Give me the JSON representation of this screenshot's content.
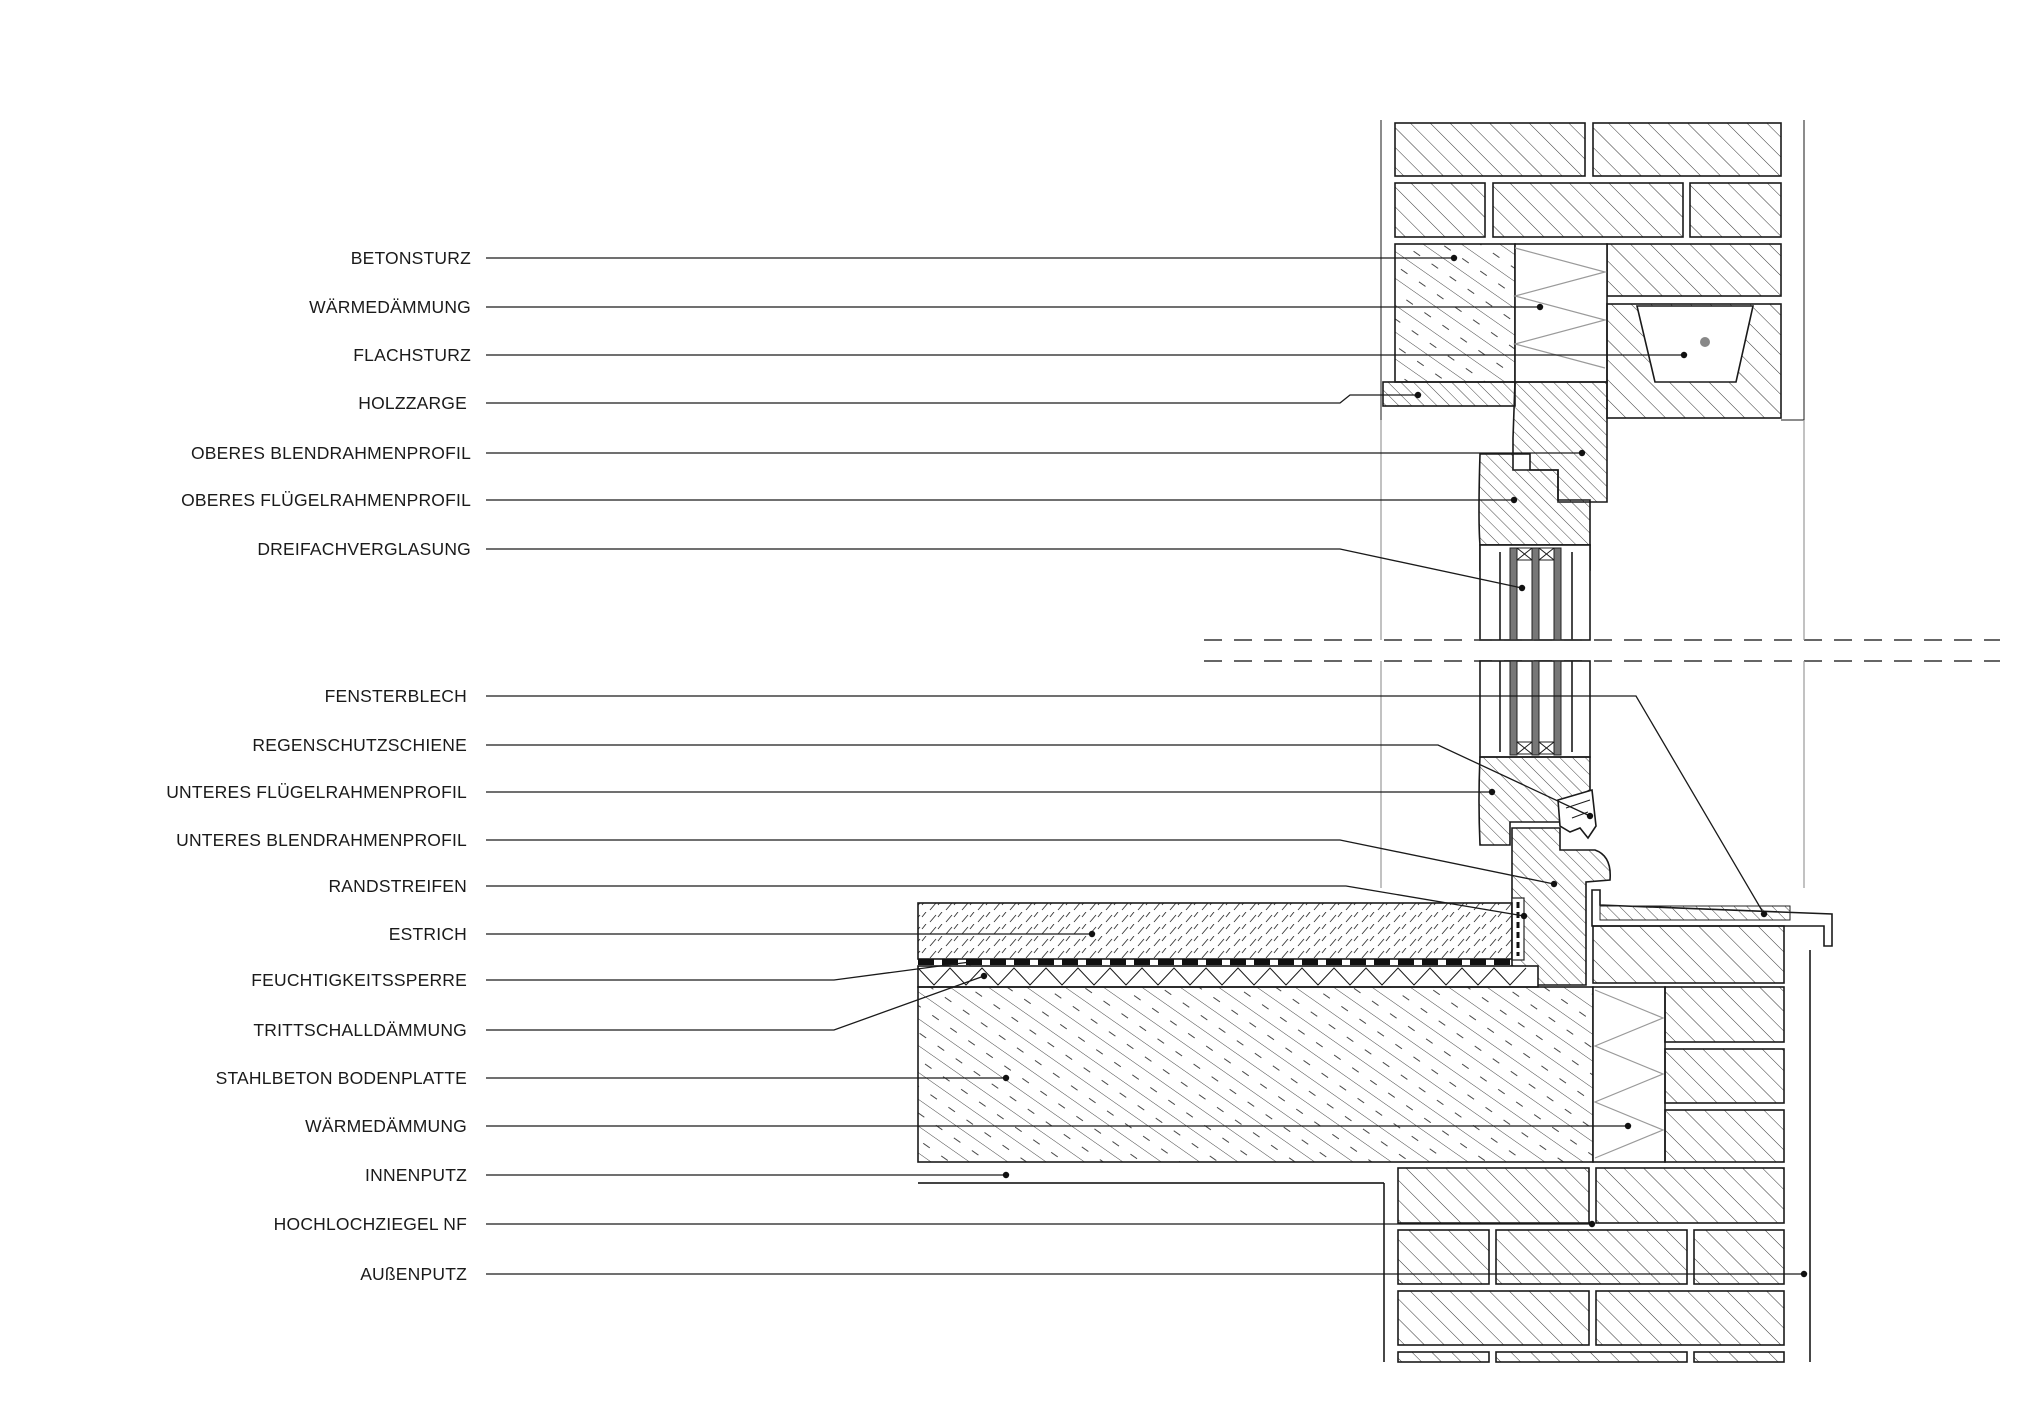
{
  "labels": [
    {
      "key": "betonsturz",
      "text": "BETONSTURZ"
    },
    {
      "key": "waermedaemmung-oben",
      "text": "WÄRMEDÄMMUNG"
    },
    {
      "key": "flachsturz",
      "text": "FLACHSTURZ"
    },
    {
      "key": "holzzarge",
      "text": "HOLZZARGE"
    },
    {
      "key": "oberes-blendrahmenprofil",
      "text": "OBERES BLENDRAHMENPROFIL"
    },
    {
      "key": "oberes-fluegelrahmenprofil",
      "text": "OBERES FLÜGELRAHMENPROFIL"
    },
    {
      "key": "dreifachverglasung",
      "text": "DREIFACHVERGLASUNG"
    },
    {
      "key": "fensterblech",
      "text": "FENSTERBLECH"
    },
    {
      "key": "regenschutzschiene",
      "text": "REGENSCHUTZSCHIENE"
    },
    {
      "key": "unteres-fluegelrahmenprofil",
      "text": "UNTERES FLÜGELRAHMENPROFIL"
    },
    {
      "key": "unteres-blendrahmenprofil",
      "text": "UNTERES BLENDRAHMENPROFIL"
    },
    {
      "key": "randstreifen",
      "text": "RANDSTREIFEN"
    },
    {
      "key": "estrich",
      "text": "ESTRICH"
    },
    {
      "key": "feuchtigkeitssperre",
      "text": "FEUCHTIGKEITSSPERRE"
    },
    {
      "key": "trittschalldaemmung",
      "text": "TRITTSCHALLDÄMMUNG"
    },
    {
      "key": "stahlbeton-bodenplatte",
      "text": "STAHLBETON BODENPLATTE"
    },
    {
      "key": "waermedaemmung-unten",
      "text": "WÄRMEDÄMMUNG"
    },
    {
      "key": "innenputz",
      "text": "INNENPUTZ"
    },
    {
      "key": "hochlochziegel-nf",
      "text": "HOCHLOCHZIEGEL NF"
    },
    {
      "key": "aussenputz",
      "text": "AUßENPUTZ"
    }
  ]
}
